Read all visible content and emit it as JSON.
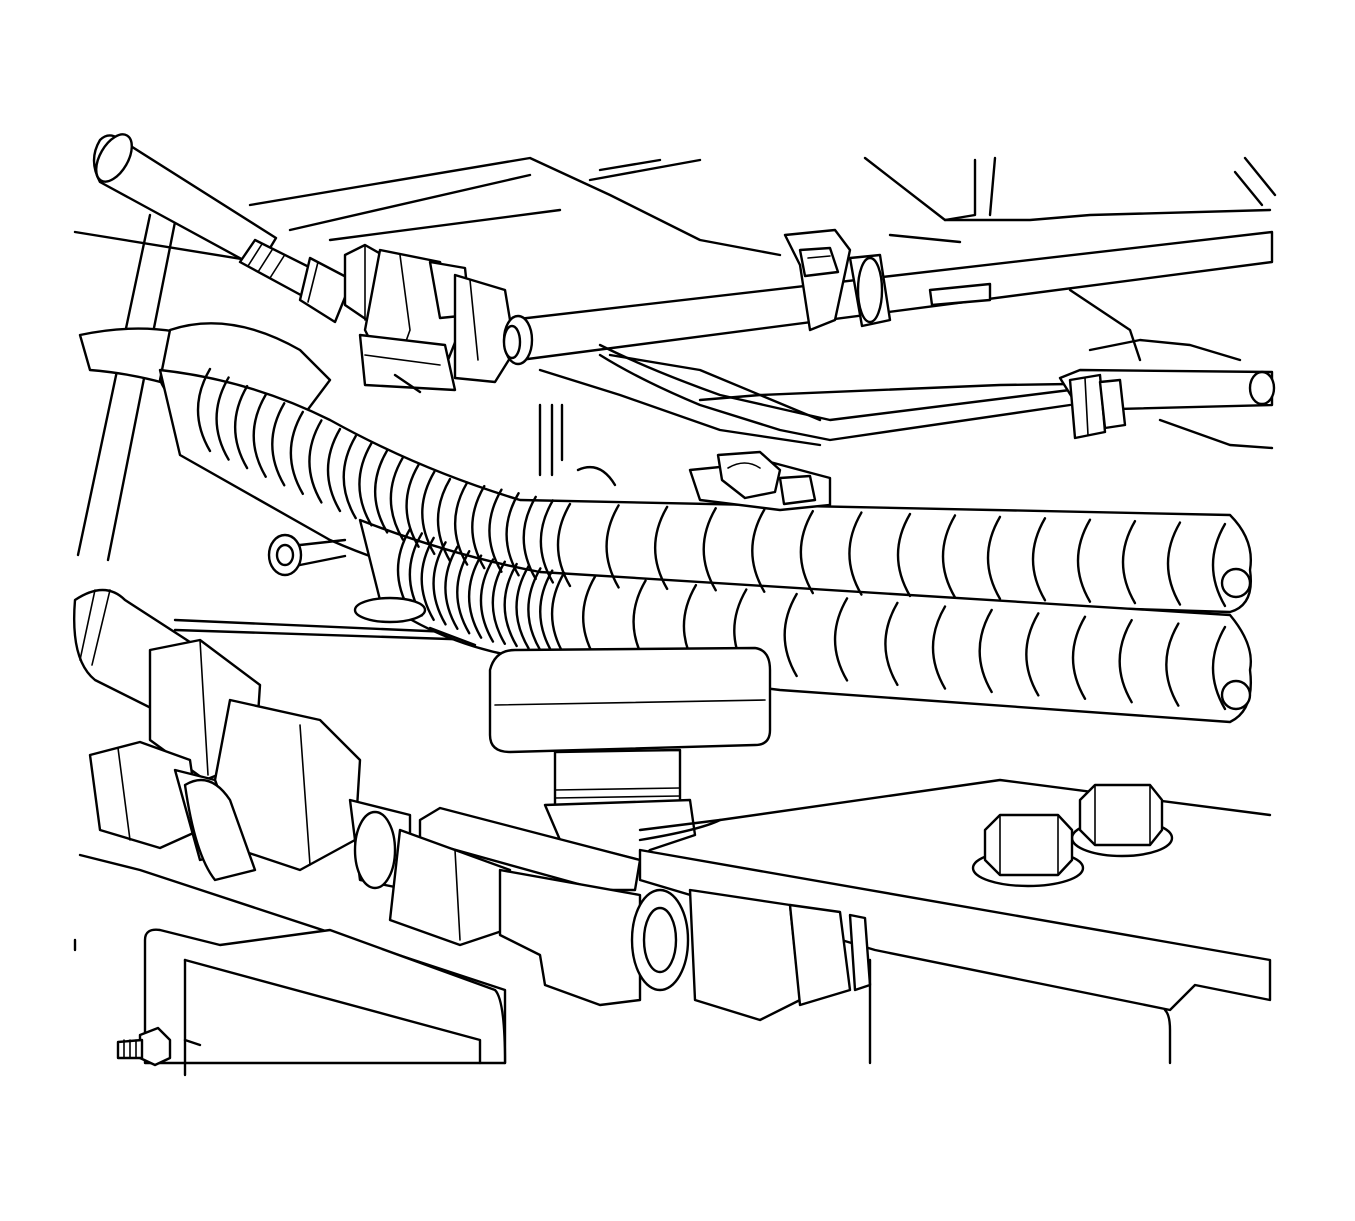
{
  "figure": {
    "caption": "",
    "stroke_color": "#000000",
    "background_color": "#ffffff",
    "style": "line-art"
  },
  "components": [
    {
      "id": "upper-metal-line-left",
      "icon": "fuel-line"
    },
    {
      "id": "upper-line-fitting",
      "icon": "hex-nut"
    },
    {
      "id": "upper-line-right",
      "icon": "fuel-line"
    },
    {
      "id": "line-clip",
      "icon": "clip"
    },
    {
      "id": "wiring-harness",
      "icon": "convoluted-conduit"
    },
    {
      "id": "harness-retainer-clip",
      "icon": "clip"
    },
    {
      "id": "left-line-fitting",
      "icon": "hex-nut"
    },
    {
      "id": "lower-block-fitting",
      "icon": "fitting"
    },
    {
      "id": "mounting-bolts",
      "icon": "hex-bolt"
    },
    {
      "id": "lower-left-module",
      "icon": "module-housing"
    },
    {
      "id": "module-stud",
      "icon": "stud"
    },
    {
      "id": "cap-plug",
      "icon": "cap"
    }
  ]
}
